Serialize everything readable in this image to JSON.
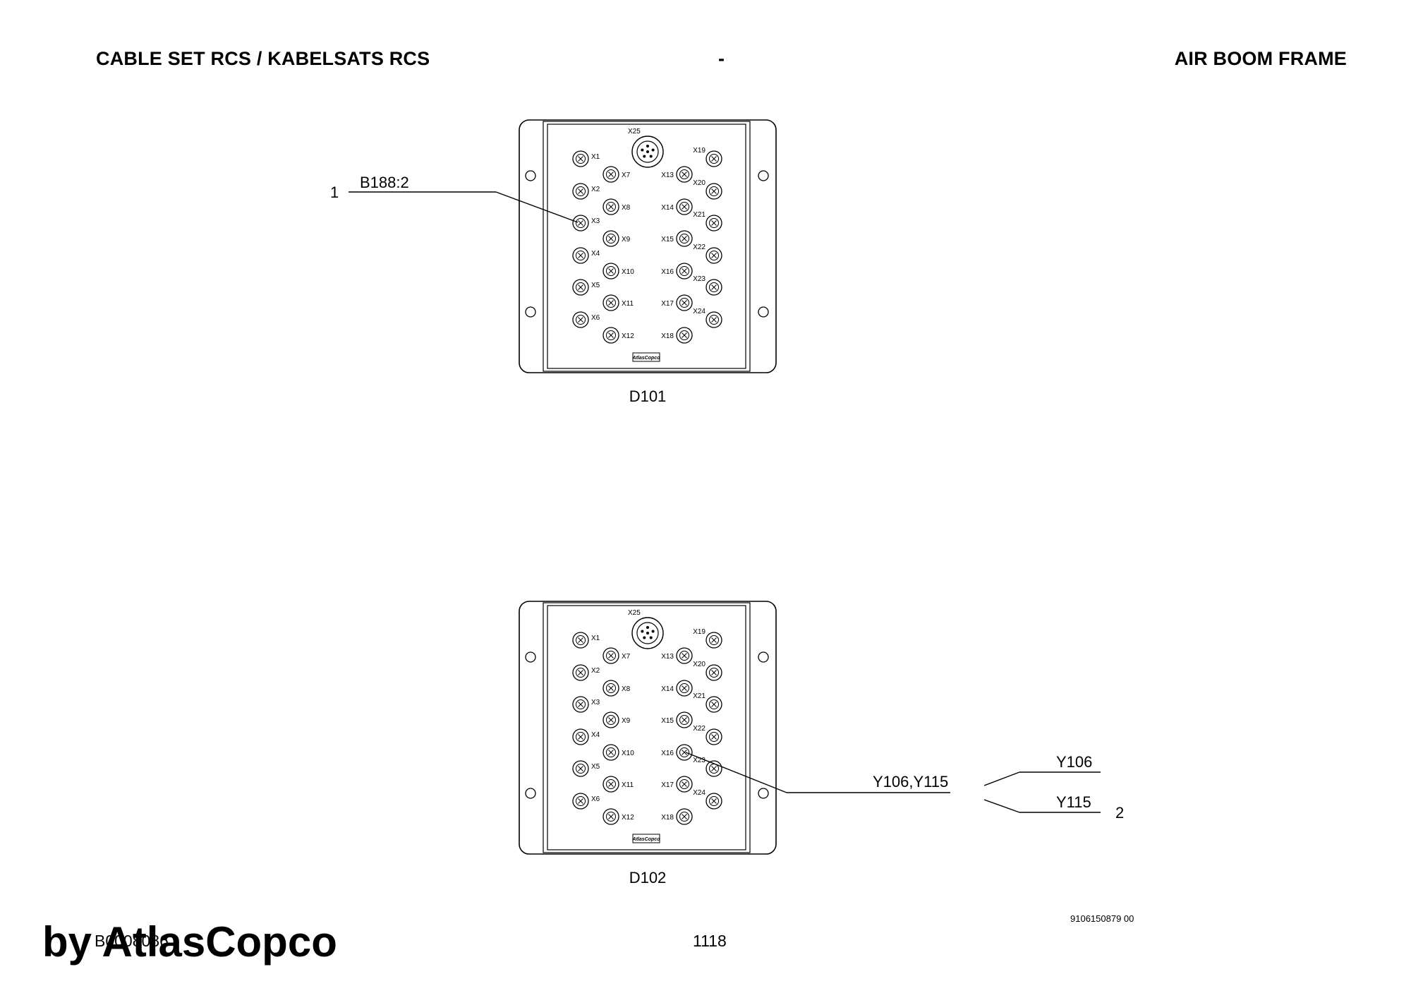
{
  "header": {
    "title_left": "CABLE SET RCS / KABELSATS RCS",
    "title_center": "-",
    "title_right": "AIR BOOM FRAME"
  },
  "modules": [
    {
      "name": "D101",
      "top_connector": "X25",
      "logo": "AtlasCopco",
      "connectors": [
        "X1",
        "X2",
        "X3",
        "X4",
        "X5",
        "X6",
        "X7",
        "X8",
        "X9",
        "X10",
        "X11",
        "X12",
        "X13",
        "X14",
        "X15",
        "X16",
        "X17",
        "X18",
        "X19",
        "X20",
        "X21",
        "X22",
        "X23",
        "X24"
      ]
    },
    {
      "name": "D102",
      "top_connector": "X25",
      "logo": "AtlasCopco",
      "connectors": [
        "X1",
        "X2",
        "X3",
        "X4",
        "X5",
        "X6",
        "X7",
        "X8",
        "X9",
        "X10",
        "X11",
        "X12",
        "X13",
        "X14",
        "X15",
        "X16",
        "X17",
        "X18",
        "X19",
        "X20",
        "X21",
        "X22",
        "X23",
        "X24"
      ]
    }
  ],
  "callouts": {
    "c1": {
      "number": "1",
      "label": "B188:2"
    },
    "c2": {
      "number": "2",
      "label": "Y106,Y115",
      "branch_top": "Y106",
      "branch_bottom": "Y115"
    }
  },
  "footer": {
    "doc_number": "9106150879 00",
    "page_number": "1118",
    "ref_code": "B0008086",
    "brand_prefix": "by",
    "brand_name": "AtlasCopco"
  }
}
